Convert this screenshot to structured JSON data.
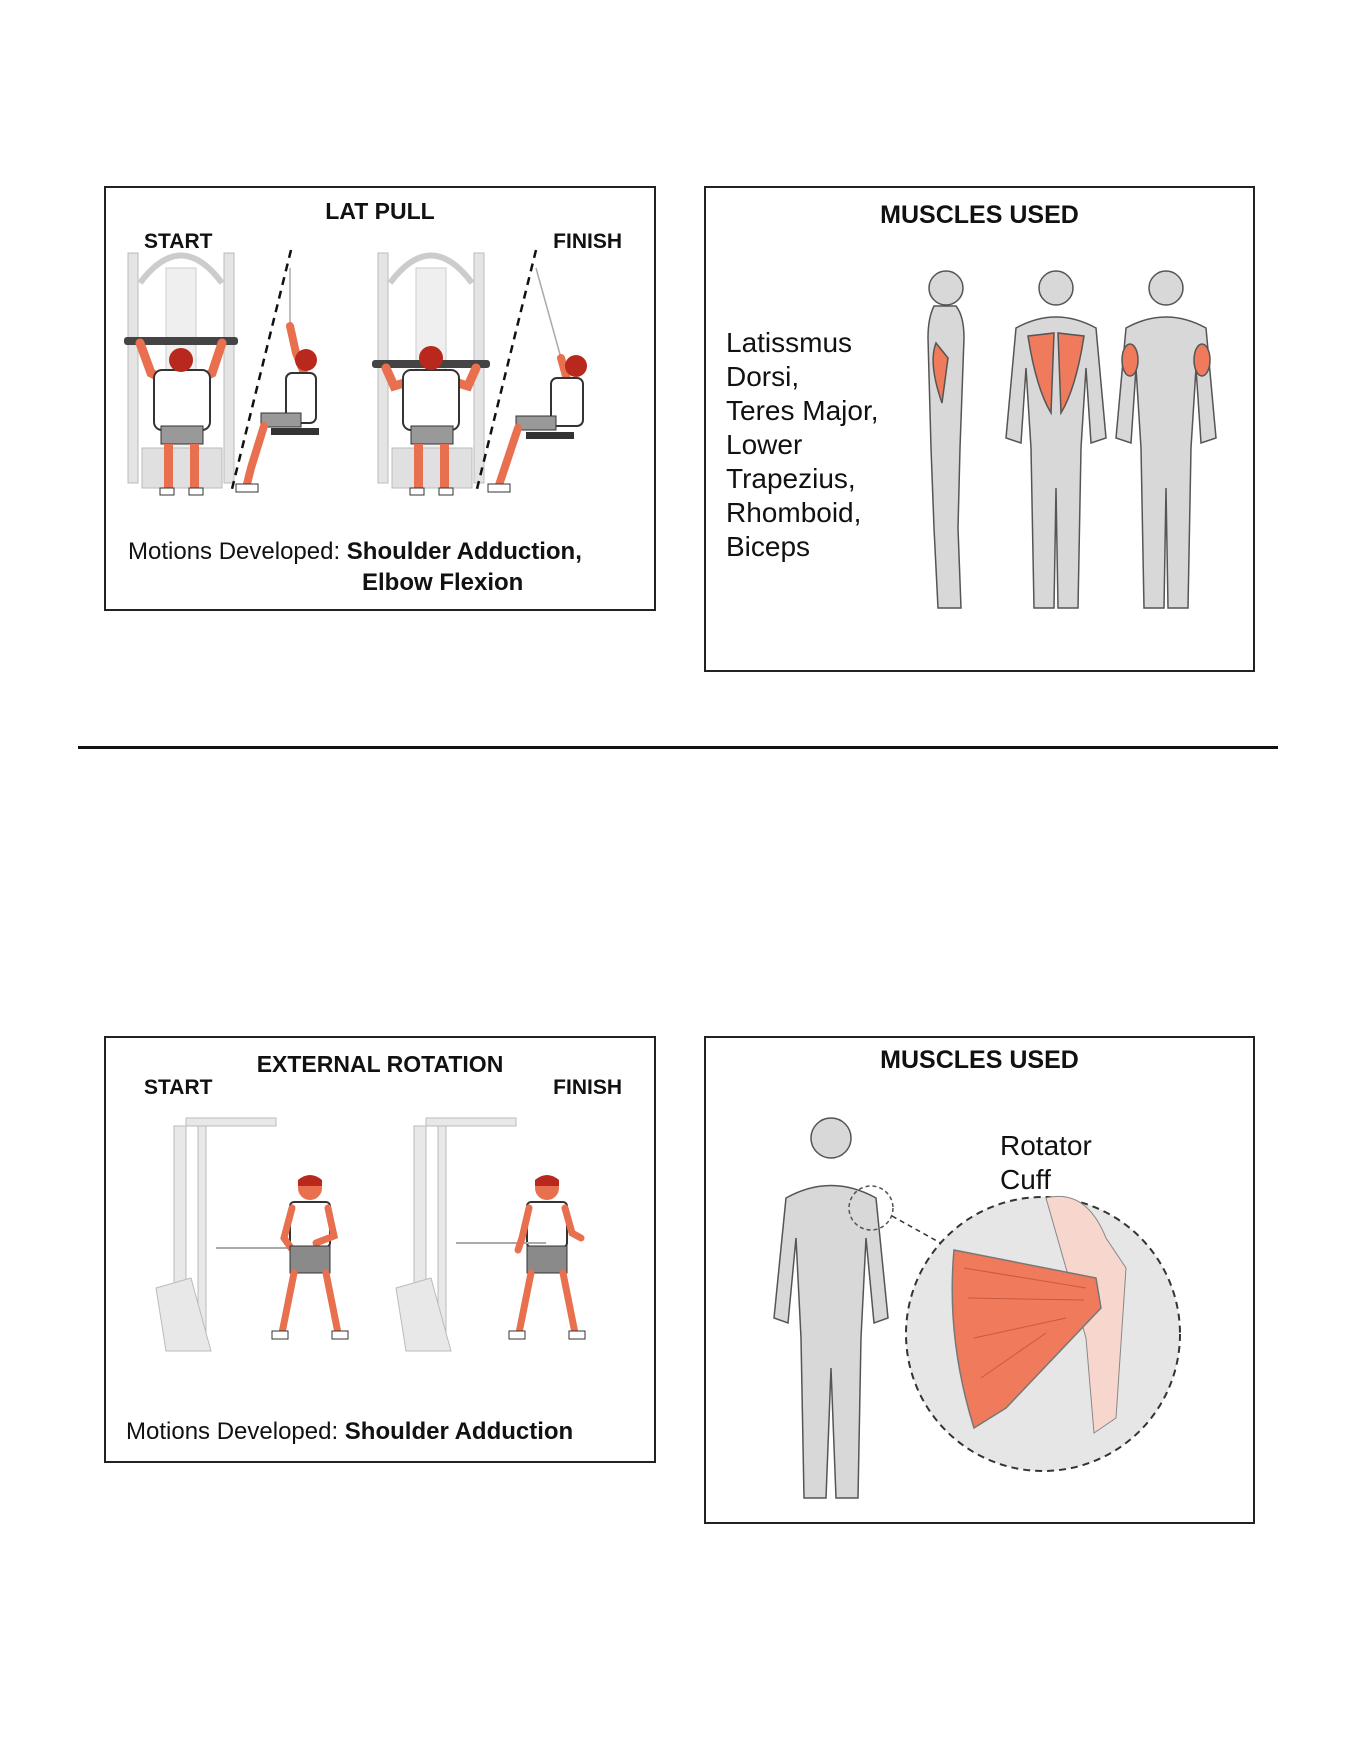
{
  "section1": {
    "exercise": {
      "title": "LAT PULL",
      "start_label": "START",
      "finish_label": "FINISH",
      "motions_prefix": "Motions Developed:",
      "motions_line1": "Shoulder Adduction,",
      "motions_line2": "Elbow Flexion"
    },
    "muscles": {
      "title": "MUSCLES USED",
      "list": [
        "Latissmus",
        "Dorsi,",
        "Teres Major,",
        "Lower",
        "Trapezius,",
        "Rhomboid,",
        "Biceps"
      ]
    }
  },
  "section2": {
    "exercise": {
      "title": "EXTERNAL ROTATION",
      "start_label": "START",
      "finish_label": "FINISH",
      "motions_prefix": "Motions Developed:",
      "motions_line1": "Shoulder Adduction"
    },
    "muscles": {
      "title": "MUSCLES USED",
      "label_line1": "Rotator",
      "label_line2": "Cuff"
    }
  },
  "colors": {
    "muscle_highlight": "#f07a5c",
    "skin": "#e8704f",
    "hair": "#b8281c",
    "machine": "#e4e4e4",
    "body_gray": "#d8d8d8",
    "border": "#222222"
  }
}
